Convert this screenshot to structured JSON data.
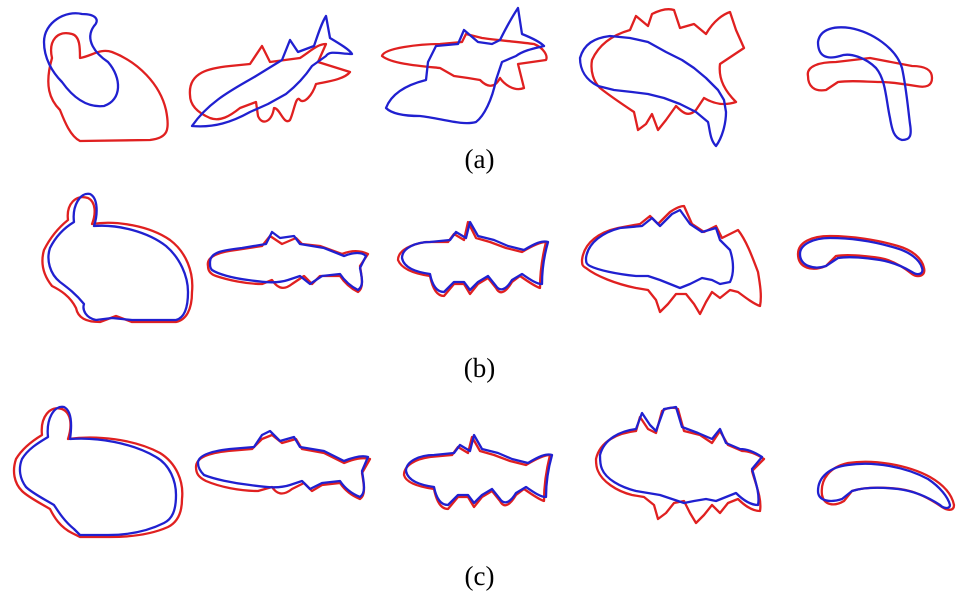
{
  "figure": {
    "colors": {
      "contour_a": "#e02020",
      "contour_b": "#2020d0",
      "overlap": "#b030c0"
    },
    "rows": [
      {
        "caption": "(a)",
        "shapes": [
          "rabbit",
          "fish",
          "fish",
          "fish",
          "hook"
        ]
      },
      {
        "caption": "(b)",
        "shapes": [
          "rabbit",
          "fish",
          "fish",
          "fish",
          "hook"
        ]
      },
      {
        "caption": "(c)",
        "shapes": [
          "rabbit",
          "fish",
          "fish",
          "fish",
          "hook"
        ]
      }
    ]
  }
}
